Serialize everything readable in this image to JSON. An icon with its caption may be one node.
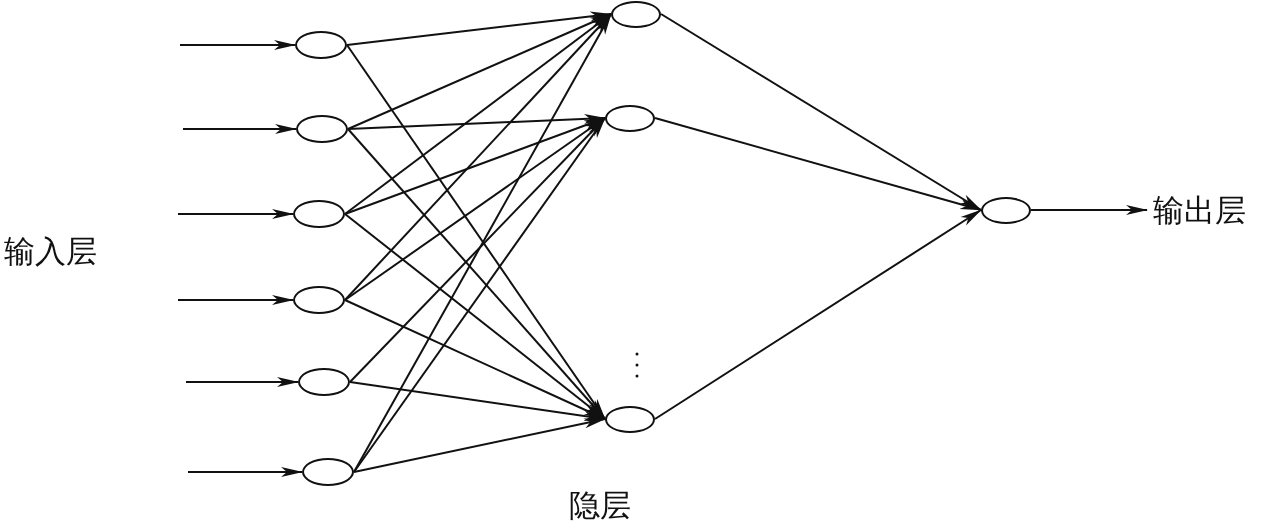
{
  "diagram": {
    "nodes": [
      {
        "text": [],
        "shape": "ellipse"
      },
      {
        "text": [],
        "shape": "ellipse"
      },
      {
        "text": [],
        "shape": "ellipse"
      },
      {
        "text": [],
        "shape": "ellipse"
      },
      {
        "text": [],
        "shape": "ellipse"
      },
      {
        "text": [],
        "shape": "ellipse"
      },
      {
        "text": [],
        "shape": "ellipse"
      },
      {
        "text": [],
        "shape": "ellipse"
      },
      {
        "text": [],
        "shape": "ellipse"
      },
      {
        "text": [],
        "shape": "ellipse"
      },
      {
        "text": [
          "输出层"
        ]
      }
    ],
    "edges": [
      {
        "from": null,
        "to": 0,
        "arrow": "to"
      },
      {
        "from": null,
        "to": 1,
        "arrow": "to"
      },
      {
        "from": null,
        "to": 2,
        "arrow": "to"
      },
      {
        "from": null,
        "to": 3,
        "arrow": "to"
      },
      {
        "from": null,
        "to": 4,
        "arrow": "to"
      },
      {
        "from": null,
        "to": 5,
        "arrow": "to"
      },
      {
        "from": 0,
        "to": 6,
        "arrow": "to"
      },
      {
        "from": 0,
        "to": 8,
        "arrow": "to"
      },
      {
        "from": 1,
        "to": 6,
        "arrow": "to"
      },
      {
        "from": 1,
        "to": 7,
        "arrow": "to"
      },
      {
        "from": 1,
        "to": 8,
        "arrow": "to"
      },
      {
        "from": 2,
        "to": 6,
        "arrow": "to"
      },
      {
        "from": 2,
        "to": 7,
        "arrow": "to"
      },
      {
        "from": 2,
        "to": 8,
        "arrow": "to"
      },
      {
        "from": 3,
        "to": 6,
        "arrow": "to"
      },
      {
        "from": 3,
        "to": 7,
        "arrow": "to"
      },
      {
        "from": 3,
        "to": 8,
        "arrow": "to"
      },
      {
        "from": 4,
        "to": 7,
        "arrow": "to"
      },
      {
        "from": 4,
        "to": 8,
        "arrow": "to"
      },
      {
        "from": 5,
        "to": 6,
        "arrow": "to"
      },
      {
        "from": 5,
        "to": 7,
        "arrow": "to"
      },
      {
        "from": 5,
        "to": 8,
        "arrow": "to"
      },
      {
        "from": 6,
        "to": 9,
        "arrow": "to"
      },
      {
        "from": 7,
        "to": 9,
        "arrow": "to"
      },
      {
        "from": 8,
        "to": 9,
        "arrow": "to"
      },
      {
        "from": 9,
        "to": 10,
        "arrow": "to"
      }
    ],
    "labels": [
      "输入层",
      "隐层"
    ]
  }
}
